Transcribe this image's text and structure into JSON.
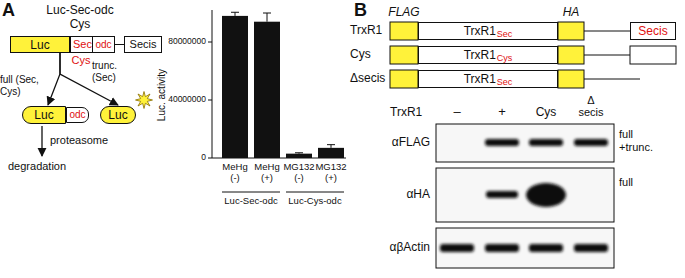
{
  "diagram": {
    "nodes": [
      {
        "text": [
          "Luc"
        ]
      },
      {
        "text": [
          "Sec",
          "Cys"
        ]
      },
      {
        "text": [
          "odc"
        ]
      },
      {
        "text": [
          "Secis"
        ]
      },
      {
        "text": [
          "Luc"
        ]
      },
      {
        "text": [
          "odc"
        ]
      },
      {
        "text": [
          "Luc"
        ]
      },
      {
        "text": [
          "TrxR1",
          "Sec"
        ]
      },
      {
        "text": [
          "TrxR1",
          "Cys"
        ]
      },
      {
        "text": [
          "TrxR1",
          "Sec"
        ]
      },
      {
        "text": [
          "Secis"
        ]
      }
    ],
    "edges": [
      {
        "from": 0,
        "to": 4,
        "arrow": "to",
        "label": "full (Sec, Cys)"
      },
      {
        "from": 0,
        "to": 6,
        "arrow": "to",
        "label": "trunc. (Sec)"
      }
    ],
    "labels": [
      "A",
      "Luc-Sec-odc",
      "Cys",
      "proteasome",
      "degradation",
      "Luc. activity",
      "0",
      "40000000",
      "80000000",
      "MeHg (-)",
      "MeHg (+)",
      "MG132 (-)",
      "MG132 (+)",
      "Luc-Sec-odc",
      "Luc-Cys-odc",
      "B",
      "FLAG",
      "HA",
      "TrxR1",
      "Cys",
      "Δsecis",
      "TrxR1",
      "–",
      "+",
      "Cys",
      "Δ secis",
      "αFLAG",
      "full +trunc.",
      "αHA",
      "full",
      "αβActin"
    ]
  }
}
